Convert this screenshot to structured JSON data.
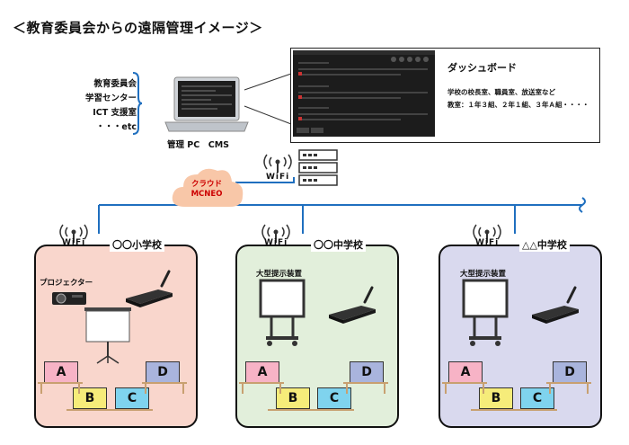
{
  "title": "＜教育委員会からの遠隔管理イメージ＞",
  "orgs": [
    "教育委員会",
    "学習センター",
    "ICT 支援室",
    "・・・etc"
  ],
  "pc_label": "管理 PC　CMS",
  "dashboard": {
    "title": "ダッシュボード",
    "desc_line1": "学校の校長室、職員室、放送室など",
    "desc_line2": "教室：１年３組、２年１組、３年Ａ組・・・・"
  },
  "cloud": {
    "line1": "クラウド",
    "line2": "MCNEO"
  },
  "wifi_label": "WiFi",
  "schools": [
    {
      "name": "〇〇小学校",
      "device_label": "プロジェクター",
      "bg": "#f9d6cc"
    },
    {
      "name": "〇〇中学校",
      "device_label": "大型提示装置",
      "bg": "#e2efdb"
    },
    {
      "name": "△△中学校",
      "device_label": "大型提示装置",
      "bg": "#d9d9ee"
    }
  ],
  "pcs": [
    "A",
    "B",
    "C",
    "D"
  ],
  "colors": {
    "line": "#1f6fbf",
    "cloud": "#f8c7a8",
    "cloud_text": "#cc0000"
  }
}
